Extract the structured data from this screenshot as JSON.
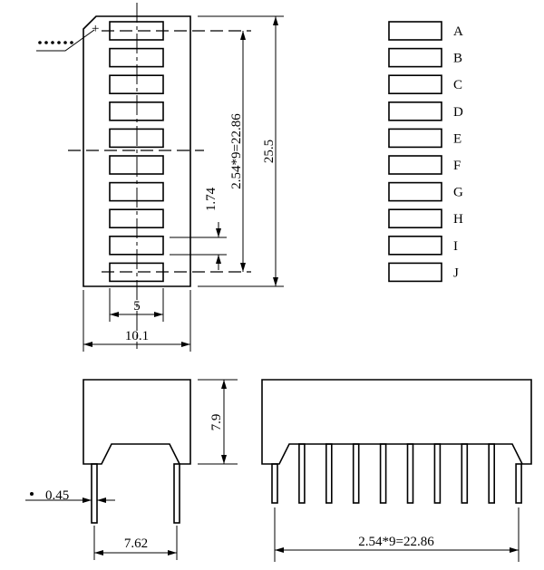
{
  "top_view": {
    "pin1_marker": "+",
    "dims": {
      "pitch_total": "2.54*9=22.86",
      "length": "25.5",
      "segment_gap": "1.74",
      "segment_width": "5",
      "width": "10.1"
    }
  },
  "legend": {
    "segments": [
      "A",
      "B",
      "C",
      "D",
      "E",
      "F",
      "G",
      "H",
      "I",
      "J"
    ]
  },
  "side_view": {
    "height": "7.9",
    "pin_diameter": "0.45",
    "row_spacing": "7.62"
  },
  "front_view": {
    "pitch_total": "2.54*9=22.86"
  },
  "colors": {
    "line": "#000000",
    "background": "#ffffff"
  }
}
